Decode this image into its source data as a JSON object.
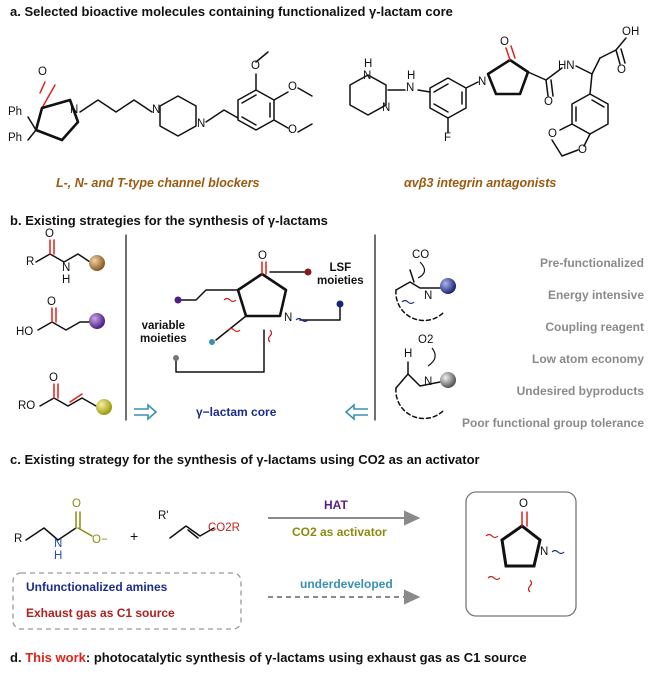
{
  "section_a": {
    "prefix": "a.",
    "title": "Selected bioactive molecules containing functionalized γ-lactam core",
    "caption_left": "L-, N- and T-type channel blockers",
    "caption_right": "αvβ3 integrin antagonists",
    "atoms_left": {
      "o": "O",
      "n": "N",
      "ph1": "Ph",
      "ph2": "Ph",
      "n2": "N",
      "n3": "N",
      "ome1": "O",
      "ome2": "O",
      "ome3": "O"
    },
    "atoms_right": {
      "oh": "OH",
      "o_acid": "O",
      "o_lactam": "O",
      "hn": "HN",
      "h_ring": "H",
      "n_ring": "N",
      "n_ring2": "N",
      "h_nh": "H",
      "n_amine": "N",
      "n_lactam": "N",
      "f": "F",
      "o_amide": "O",
      "o1": "O",
      "o2": "O"
    }
  },
  "section_b": {
    "prefix": "b.",
    "title": "Existing strategies for the synthesis of γ-lactams",
    "left_atoms": {
      "r": "R",
      "h": "H",
      "n": "N",
      "o1": "O",
      "ho": "HO",
      "o2": "O",
      "o3": "O",
      "ro": "RO"
    },
    "center": {
      "lsf": "LSF",
      "lsf2": "moieties",
      "variable": "variable",
      "variable2": "moieties",
      "core": "γ−lactam core",
      "o": "O",
      "n": "N"
    },
    "right_atoms": {
      "co": "CO",
      "n1": "N",
      "o2": "O2",
      "h": "H",
      "n2": "N"
    },
    "drawbacks": [
      "Pre-functionalized",
      "Energy intensive",
      "Coupling reagent",
      "Low atom economy",
      "Undesired byproducts",
      "Poor functional group tolerance"
    ]
  },
  "section_c": {
    "prefix": "c.",
    "title": "Existing strategy for the synthesis of γ-lactams using CO2 as an activator",
    "plus": "+",
    "r": "R",
    "n": "N",
    "h": "H",
    "o_top": "O",
    "o_minus": "O−",
    "rprime": "R'",
    "co2r": "CO2R",
    "hat": "HAT",
    "activator": "CO2 as activator",
    "unfunc": "Unfunctionalized amines",
    "exhaust": "Exhaust gas as C1 source",
    "underdeveloped": "underdeveloped",
    "prod_o": "O",
    "prod_n": "N"
  },
  "section_d": {
    "prefix": "d.",
    "highlight": "This work",
    "text": ": photocatalytic synthesis of γ-lactams using exhaust gas as C1 source"
  },
  "colors": {
    "red": "#e0221c",
    "caption": "#9a5a10",
    "blue": "#1b2c8c",
    "dark_red": "#b01e1e",
    "purple": "#5a1f8a",
    "olive": "#8a8a10",
    "teal": "#3a8fb0",
    "grey_text": "#8a8a8a"
  }
}
